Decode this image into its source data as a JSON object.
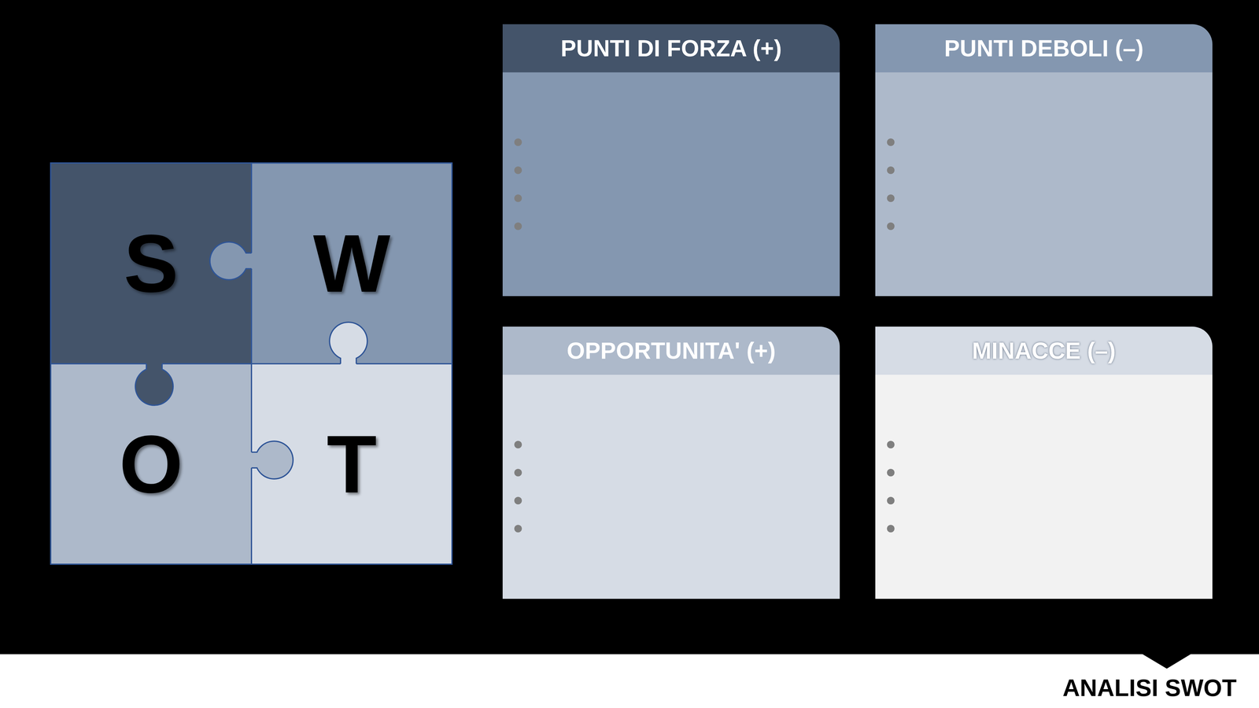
{
  "diagram": {
    "title": "ANALISI SWOT",
    "nodes": [
      {
        "text": [
          "S"
        ]
      },
      {
        "text": [
          "W"
        ]
      },
      {
        "text": [
          "O"
        ]
      },
      {
        "text": [
          "T"
        ]
      },
      {
        "text": [
          "PUNTI DI FORZA (+)"
        ]
      },
      {
        "text": [
          "PUNTI DEBOLI (–)"
        ]
      },
      {
        "text": [
          "OPPORTUNITA' (+)"
        ]
      },
      {
        "text": [
          "MINACCE (–)"
        ]
      }
    ]
  }
}
